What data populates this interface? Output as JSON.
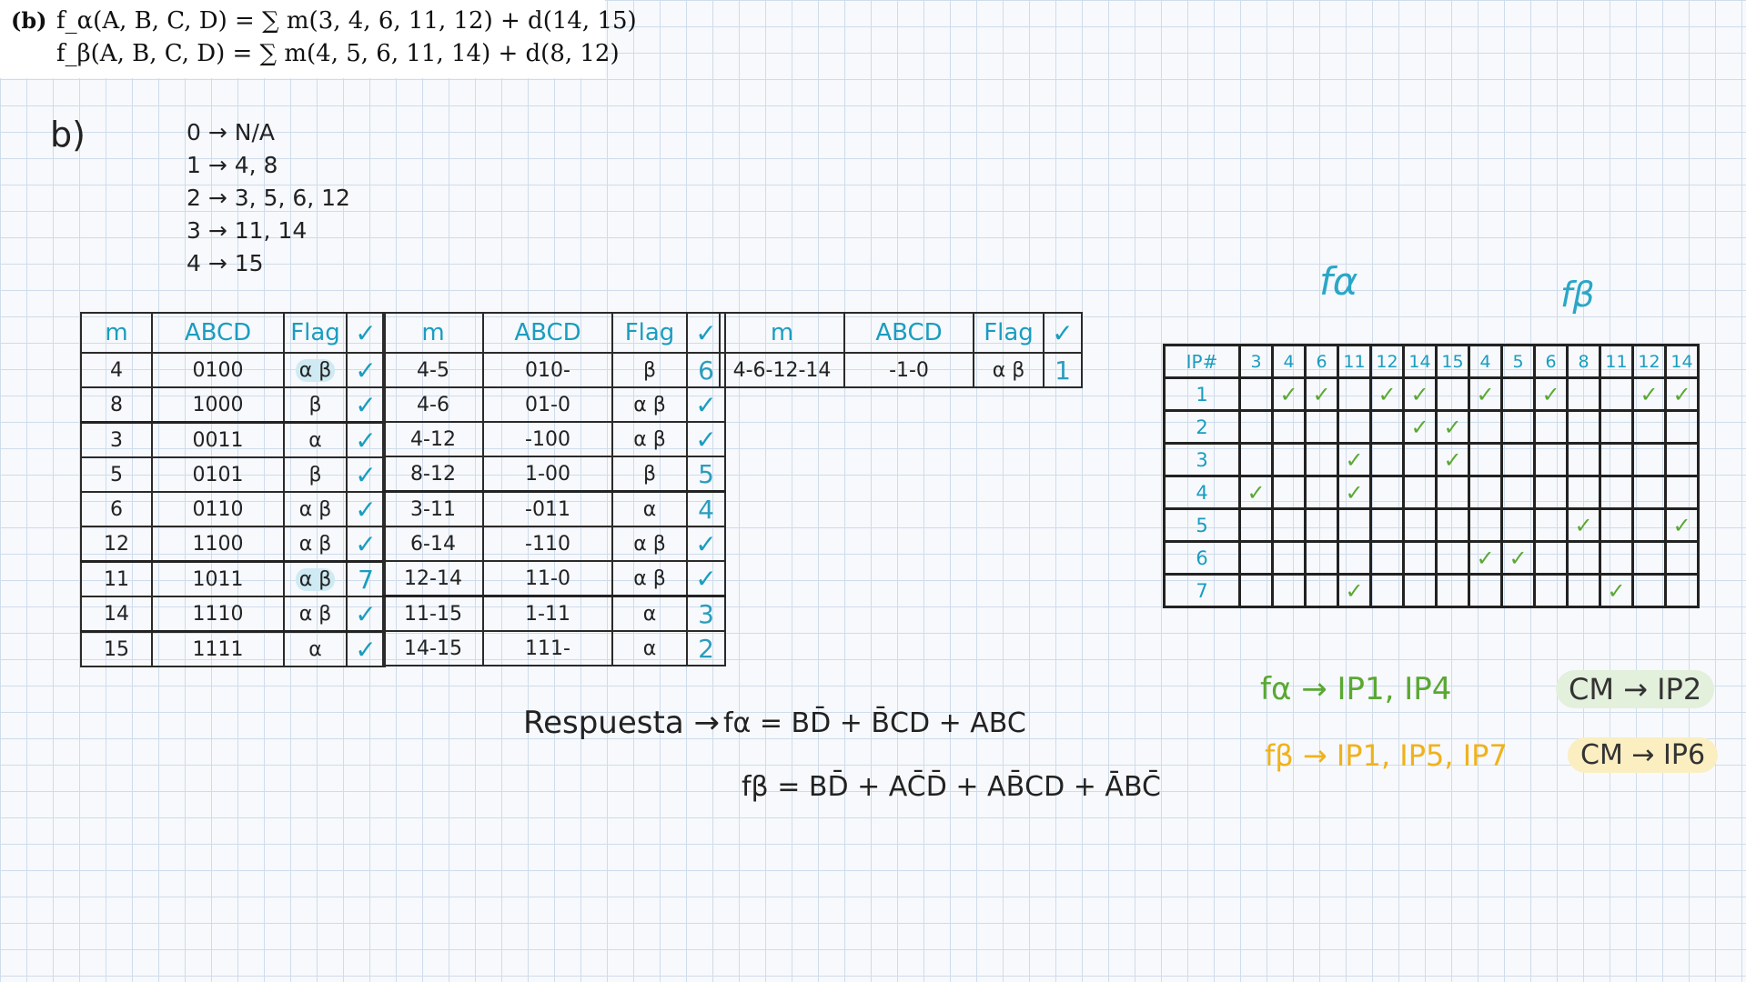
{
  "problem": {
    "label": "(b)",
    "line1": "f_α(A, B, C, D) = ∑ m(3, 4, 6, 11, 12) + d(14, 15)",
    "line2": "f_β(A, B, C, D) = ∑ m(4, 5, 6, 11, 14) + d(8, 12)"
  },
  "part_label": "b)",
  "groups": [
    "0 → N/A",
    "1 → 4, 8",
    "2 → 3, 5, 6, 12",
    "3 → 11, 14",
    "4 → 15"
  ],
  "table1": {
    "headers": [
      "m",
      "ABCD",
      "Flag",
      "✓"
    ],
    "rows": [
      [
        "4",
        "0100",
        "α β",
        "✓"
      ],
      [
        "8",
        "1000",
        "β",
        "✓"
      ],
      [
        "3",
        "0011",
        "α",
        "✓"
      ],
      [
        "5",
        "0101",
        "β",
        "✓"
      ],
      [
        "6",
        "0110",
        "α β",
        "✓"
      ],
      [
        "12",
        "1100",
        "α β",
        "✓"
      ],
      [
        "11",
        "1011",
        "α β",
        "7"
      ],
      [
        "14",
        "1110",
        "α β",
        "✓"
      ],
      [
        "15",
        "1111",
        "α",
        "✓"
      ]
    ]
  },
  "table2": {
    "headers": [
      "m",
      "ABCD",
      "Flag",
      "✓"
    ],
    "rows": [
      [
        "4-5",
        "010-",
        "β",
        "6"
      ],
      [
        "4-6",
        "01-0",
        "α β",
        "✓"
      ],
      [
        "4-12",
        "-100",
        "α β",
        "✓"
      ],
      [
        "8-12",
        "1-00",
        "β",
        "5"
      ],
      [
        "3-11",
        "-011",
        "α",
        "4"
      ],
      [
        "6-14",
        "-110",
        "α β",
        "✓"
      ],
      [
        "12-14",
        "11-0",
        "α β",
        "✓"
      ],
      [
        "11-15",
        "1-11",
        "α",
        "3"
      ],
      [
        "14-15",
        "111-",
        "α",
        "2"
      ]
    ]
  },
  "table3": {
    "headers": [
      "m",
      "ABCD",
      "Flag",
      "✓"
    ],
    "rows": [
      [
        "4-6-12-14",
        "-1-0",
        "α β",
        "1"
      ]
    ]
  },
  "chart": {
    "fa_label": "fα",
    "fb_label": "fβ",
    "ip_header": "IP#",
    "fa_columns": [
      "3",
      "4",
      "6",
      "11",
      "12",
      "14",
      "15"
    ],
    "fb_columns": [
      "4",
      "5",
      "6",
      "8",
      "11",
      "12",
      "14"
    ],
    "rows": [
      {
        "ip": "1",
        "marks": [
          "",
          "✓",
          "✓",
          "",
          "✓",
          "✓",
          "",
          "✓",
          "",
          "✓",
          "",
          "",
          "✓",
          "✓"
        ]
      },
      {
        "ip": "2",
        "marks": [
          "",
          "",
          "",
          "",
          "",
          "✓",
          "✓",
          "",
          "",
          "",
          "",
          "",
          "",
          ""
        ]
      },
      {
        "ip": "3",
        "marks": [
          "",
          "",
          "",
          "✓",
          "",
          "",
          "✓",
          "",
          "",
          "",
          "",
          "",
          "",
          ""
        ]
      },
      {
        "ip": "4",
        "marks": [
          "✓",
          "",
          "",
          "✓",
          "",
          "",
          "",
          "",
          "",
          "",
          "",
          "",
          "",
          ""
        ]
      },
      {
        "ip": "5",
        "marks": [
          "",
          "",
          "",
          "",
          "",
          "",
          "",
          "",
          "",
          "",
          "✓",
          "",
          "",
          "✓"
        ]
      },
      {
        "ip": "6",
        "marks": [
          "",
          "",
          "",
          "",
          "",
          "",
          "",
          "✓",
          "✓",
          "",
          "",
          "",
          "",
          ""
        ]
      },
      {
        "ip": "7",
        "marks": [
          "",
          "",
          "",
          "✓",
          "",
          "",
          "",
          "",
          "",
          "",
          "",
          "✓",
          "",
          ""
        ]
      }
    ]
  },
  "answer": {
    "label": "Respuesta →",
    "fa": "fα = BD̄ + B̄CD + ABC",
    "fb": "fβ = BD̄ + AC̄D̄ + AB̄CD + ĀBC̄"
  },
  "selection": {
    "fa": "fα → IP1, IP4",
    "fb": "fβ → IP1, IP5, IP7",
    "cm_fa": "CM → IP2",
    "cm_fb": "CM → IP6"
  },
  "colors": {
    "ink_blue": "#1a9dc0",
    "ink_green": "#5aa832",
    "ink_yellow": "#f0b21b",
    "grid": "#cfdceb"
  }
}
